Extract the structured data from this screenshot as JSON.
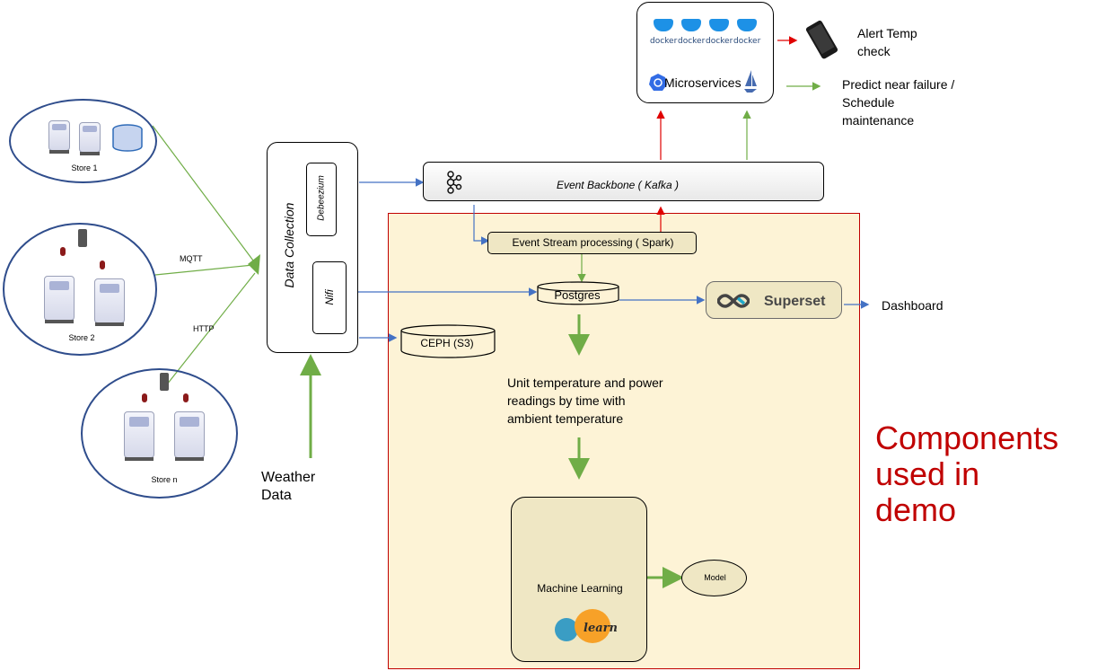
{
  "stores": {
    "store1": "Store 1",
    "store2": "Store 2",
    "storeN": "Store n"
  },
  "protocols": {
    "mqtt": "MQTT",
    "http": "HTTP"
  },
  "data_collection": {
    "title": "Data Collection",
    "debezium": "Debeezium",
    "nifi": "Nifi"
  },
  "weather": "Weather\nData",
  "backbone": "Event Backbone ( Kafka )",
  "stream": "Event Stream processing  ( Spark)",
  "postgres": "Postgres",
  "ceph": "CEPH (S3)",
  "superset": "Superset",
  "dashboard": "Dashboard",
  "readings": "Unit temperature and power\nreadings by time with\nambient temperature",
  "ml": "Machine Learning",
  "sklearn_text": "learn",
  "model": "Model",
  "microservices": {
    "docker_label": "docker",
    "title": "Microservices"
  },
  "alert": "Alert  Temp\ncheck",
  "predict": "Predict near failure /\nSchedule\nmaintenance",
  "components": "Components\nused in\ndemo",
  "colors": {
    "green": "#70ad47",
    "red": "#e00000",
    "blue": "#4472c4",
    "frame_red": "#c00000",
    "cream": "#fdf3d6",
    "components_text": "#c00000"
  }
}
